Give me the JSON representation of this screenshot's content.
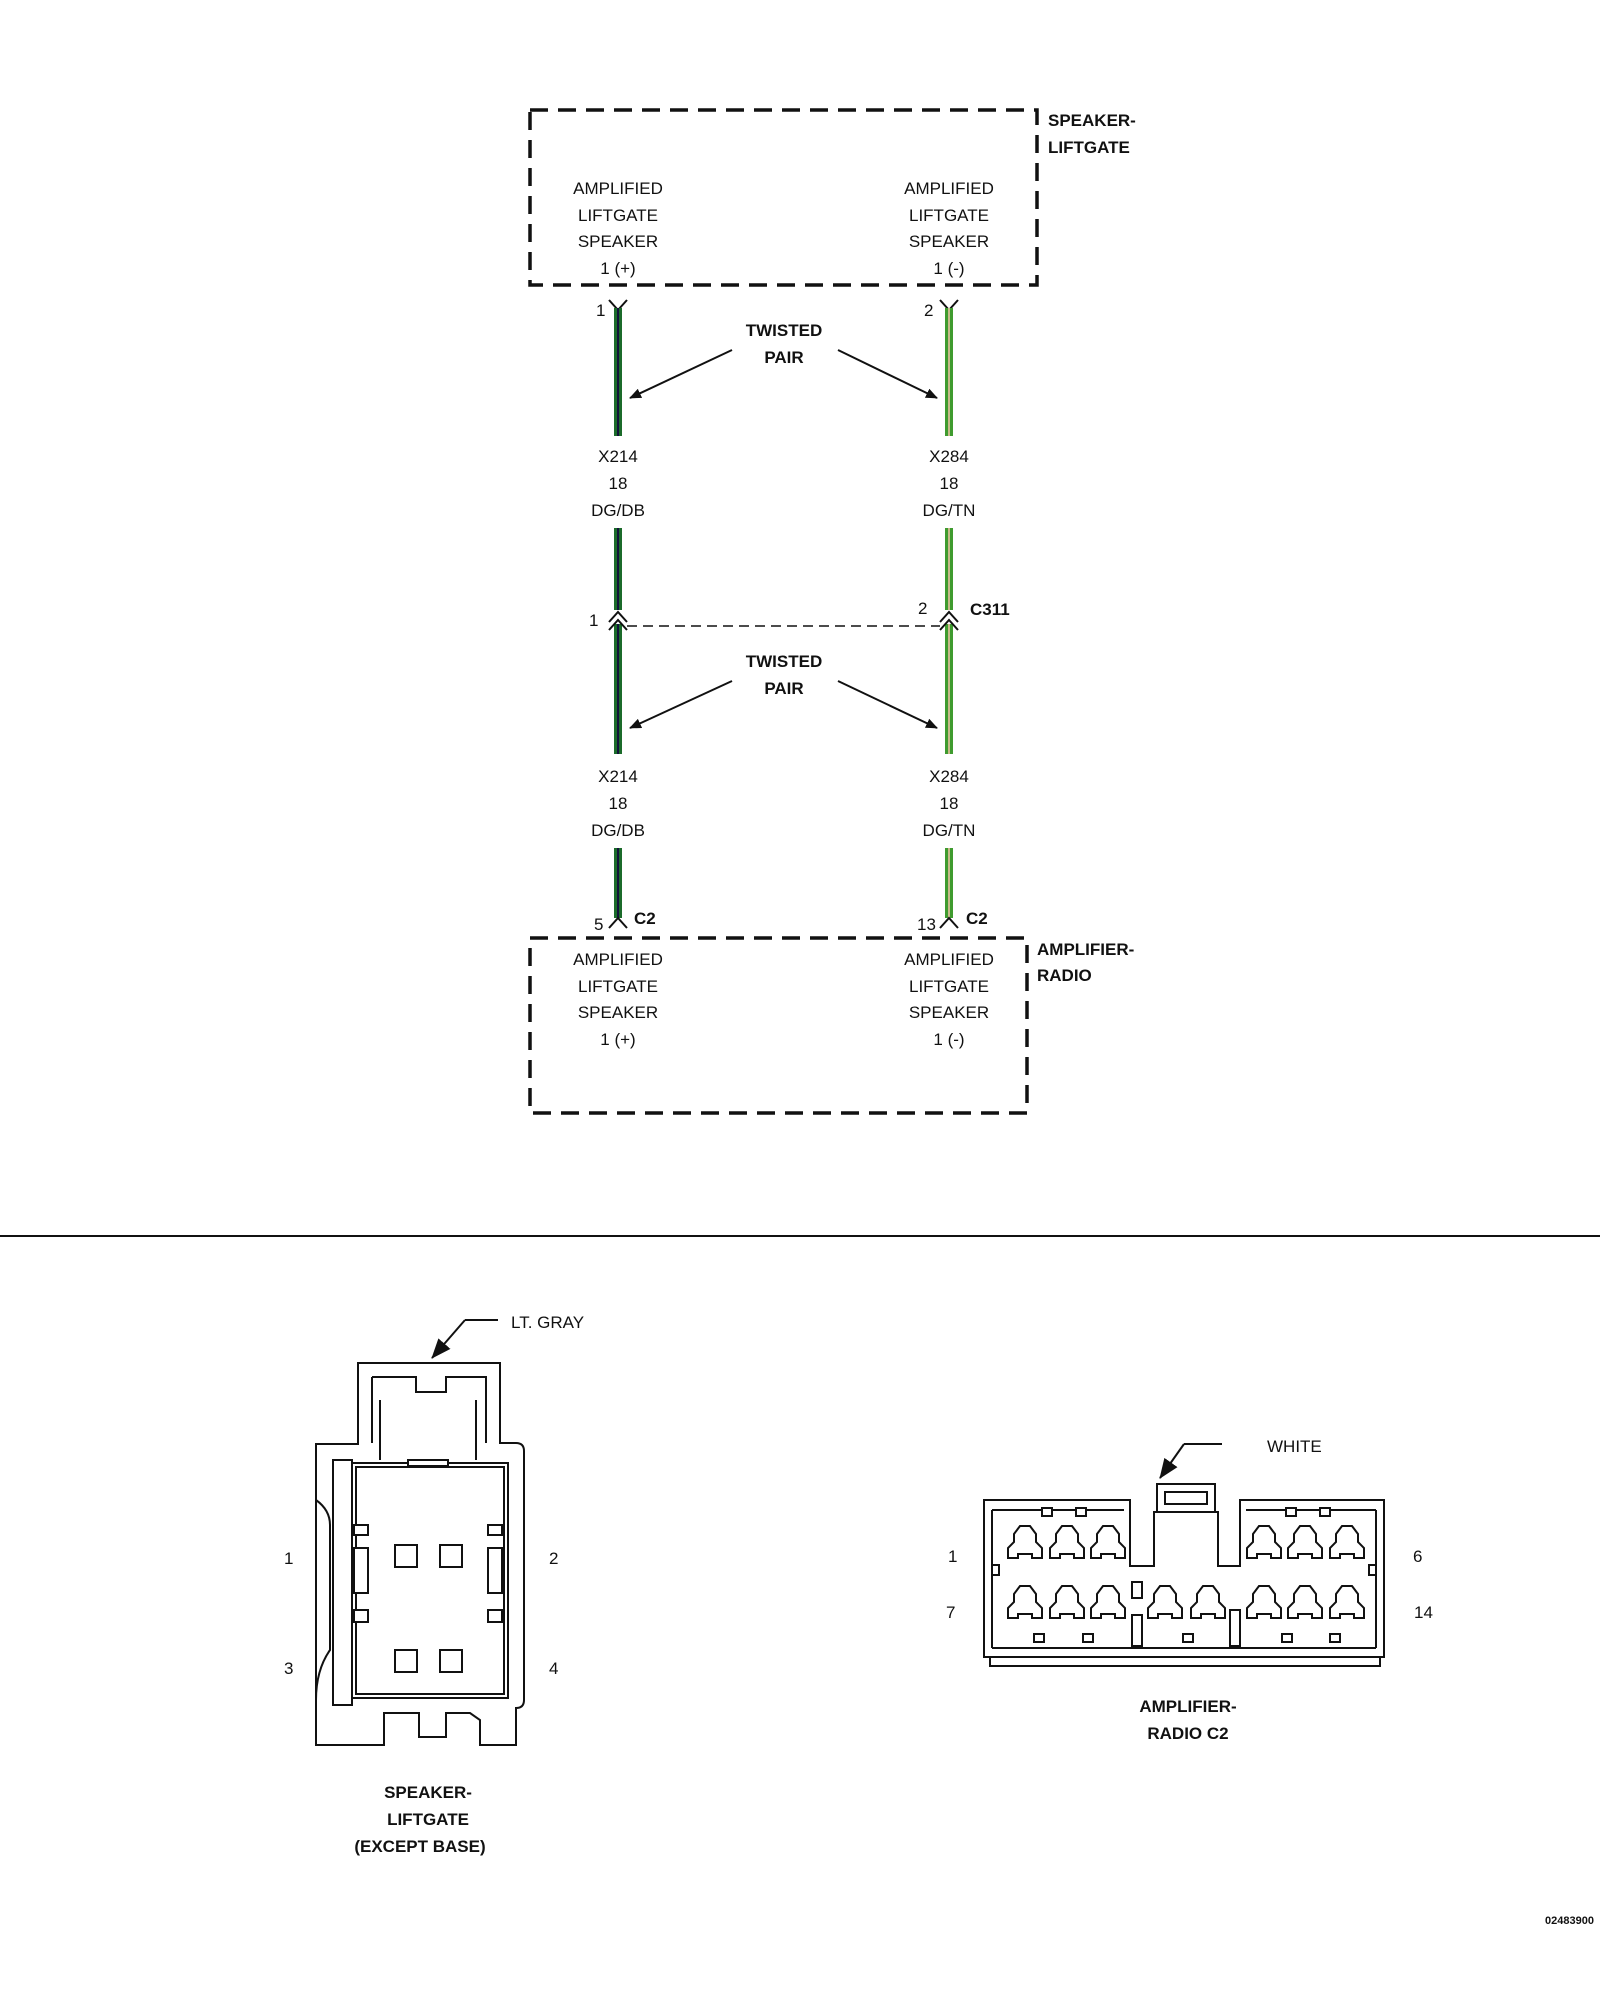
{
  "colors": {
    "wire_dg_db_outer": "#1b6b2a",
    "wire_dg_db_stripe": "#12123a",
    "wire_dg_tn_outer": "#3f9b2f",
    "wire_dg_tn_stripe": "#c8b98a",
    "ink": "#111111"
  },
  "speaker_liftgate": {
    "label_line1": "SPEAKER-",
    "label_line2": "LIFTGATE",
    "pin_plus": [
      "AMPLIFIED",
      "LIFTGATE",
      "SPEAKER",
      "1 (+)"
    ],
    "pin_minus": [
      "AMPLIFIED",
      "LIFTGATE",
      "SPEAKER",
      "1 (-)"
    ],
    "pin_num_left": "1",
    "pin_num_right": "2"
  },
  "twisted_pair_upper": {
    "line1": "TWISTED",
    "line2": "PAIR"
  },
  "twisted_pair_lower": {
    "line1": "TWISTED",
    "line2": "PAIR"
  },
  "wire_left_upper": {
    "circuit": "X214",
    "gauge": "18",
    "color": "DG/DB"
  },
  "wire_right_upper": {
    "circuit": "X284",
    "gauge": "18",
    "color": "DG/TN"
  },
  "wire_left_lower": {
    "circuit": "X214",
    "gauge": "18",
    "color": "DG/DB"
  },
  "wire_right_lower": {
    "circuit": "X284",
    "gauge": "18",
    "color": "DG/TN"
  },
  "connector_c311": {
    "name": "C311",
    "pin_left": "1",
    "pin_right": "2"
  },
  "amplifier_radio": {
    "label_line1": "AMPLIFIER-",
    "label_line2": "RADIO",
    "pin_plus": [
      "AMPLIFIED",
      "LIFTGATE",
      "SPEAKER",
      "1 (+)"
    ],
    "pin_minus": [
      "AMPLIFIED",
      "LIFTGATE",
      "SPEAKER",
      "1 (-)"
    ],
    "pin_num_left": "5",
    "pin_num_right": "13",
    "conn_left": "C2",
    "conn_right": "C2"
  },
  "connector_view_speaker": {
    "color_callout": "LT. GRAY",
    "pin_1": "1",
    "pin_2": "2",
    "pin_3": "3",
    "pin_4": "4",
    "title": [
      "SPEAKER-",
      "LIFTGATE",
      "(EXCEPT BASE)"
    ]
  },
  "connector_view_amp": {
    "color_callout": "WHITE",
    "pin_1": "1",
    "pin_6": "6",
    "pin_7": "7",
    "pin_14": "14",
    "title": [
      "AMPLIFIER-",
      "RADIO C2"
    ]
  },
  "figure_id": "02483900"
}
